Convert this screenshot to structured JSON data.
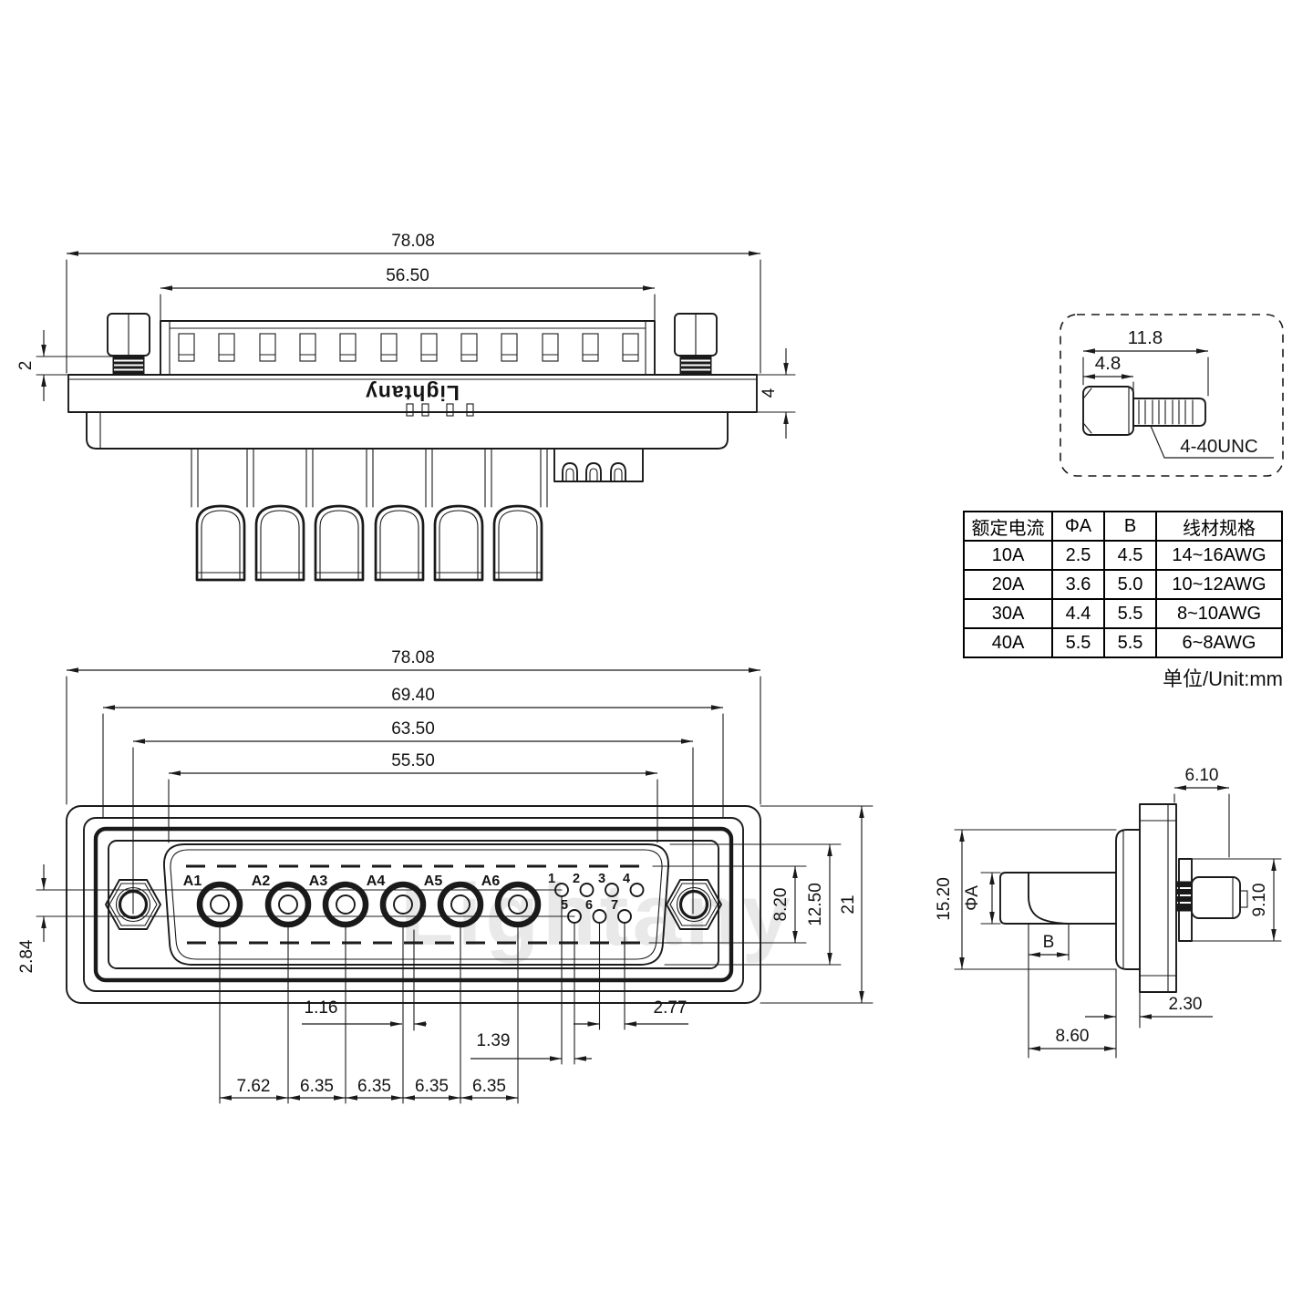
{
  "brand": {
    "logo": "Lightany",
    "watermark": "Lightany"
  },
  "top_view": {
    "dim_overall_width": "78.08",
    "dim_body_width": "56.50",
    "dim_screw_gap": "2",
    "dim_flange_thickness": "4"
  },
  "screw_detail": {
    "dim_length_total": "11.8",
    "dim_length_head": "4.8",
    "thread_spec": "4-40UNC"
  },
  "spec_table": {
    "headers": [
      "额定电流",
      "ΦA",
      "B",
      "线材规格"
    ],
    "rows": [
      [
        "10A",
        "2.5",
        "4.5",
        "14~16AWG"
      ],
      [
        "20A",
        "3.6",
        "5.0",
        "10~12AWG"
      ],
      [
        "30A",
        "4.4",
        "5.5",
        "8~10AWG"
      ],
      [
        "40A",
        "5.5",
        "5.5",
        "6~8AWG"
      ]
    ],
    "unit_note": "单位/Unit:mm"
  },
  "front_view": {
    "dim_overall_width": "78.08",
    "dim_mount_face_width": "69.40",
    "dim_hole_spacing": "63.50",
    "dim_insert_width": "55.50",
    "dim_insert_height": "8.20",
    "dim_shell_height": "12.50",
    "dim_flange_height": "21",
    "dim_row_pitch": "2.84",
    "dim_offset_116": "1.16",
    "dim_offset_139": "1.39",
    "dim_signal_pitch": "2.77",
    "power_pitches": [
      "7.62",
      "6.35",
      "6.35",
      "6.35",
      "6.35"
    ],
    "power_pins": [
      "A1",
      "A2",
      "A3",
      "A4",
      "A5",
      "A6"
    ],
    "signal_pins_top": [
      "1",
      "2",
      "3",
      "4"
    ],
    "signal_pins_bottom": [
      "5",
      "6",
      "7"
    ]
  },
  "side_view": {
    "dim_bush_length": "6.10",
    "dim_shell_height": "15.20",
    "dim_pin_diameter": "ΦA",
    "dim_cup_depth": "B",
    "dim_washer_od": "9.10",
    "dim_panel_gap": "2.30",
    "dim_pin_length": "8.60"
  }
}
